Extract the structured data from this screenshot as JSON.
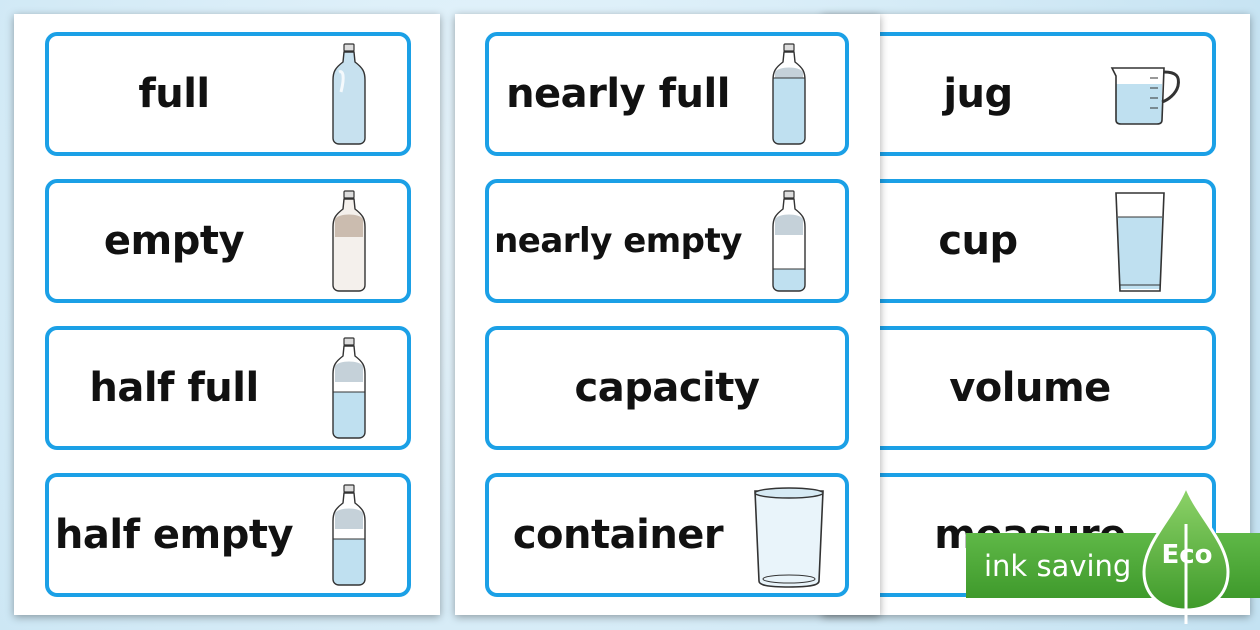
{
  "sheets": [
    {
      "cards": [
        {
          "word": "full",
          "picture": "bottle-full-icon",
          "fill": 1.0
        },
        {
          "word": "empty",
          "picture": "bottle-empty-icon",
          "fill": 0.0
        },
        {
          "word": "half full",
          "picture": "bottle-half-full-icon",
          "fill": 0.5
        },
        {
          "word": "half empty",
          "picture": "bottle-half-empty-icon",
          "fill": 0.5
        }
      ]
    },
    {
      "cards": [
        {
          "word": "nearly full",
          "picture": "bottle-nearly-full-icon",
          "fill": 0.9
        },
        {
          "word": "nearly empty",
          "picture": "bottle-nearly-empty-icon",
          "fill": 0.2
        },
        {
          "word": "capacity",
          "picture": ""
        },
        {
          "word": "container",
          "picture": "container-icon"
        }
      ]
    },
    {
      "cards": [
        {
          "word": "jug",
          "picture": "measuring-jug-icon"
        },
        {
          "word": "cup",
          "picture": "glass-cup-icon"
        },
        {
          "word": "volume",
          "picture": ""
        },
        {
          "word": "measure",
          "picture": ""
        }
      ]
    }
  ],
  "badge": {
    "text": "ink saving",
    "label": "Eco"
  },
  "colors": {
    "border": "#1ba0e6",
    "water": "#bfe0f0",
    "eco_green": "#4aa935"
  }
}
